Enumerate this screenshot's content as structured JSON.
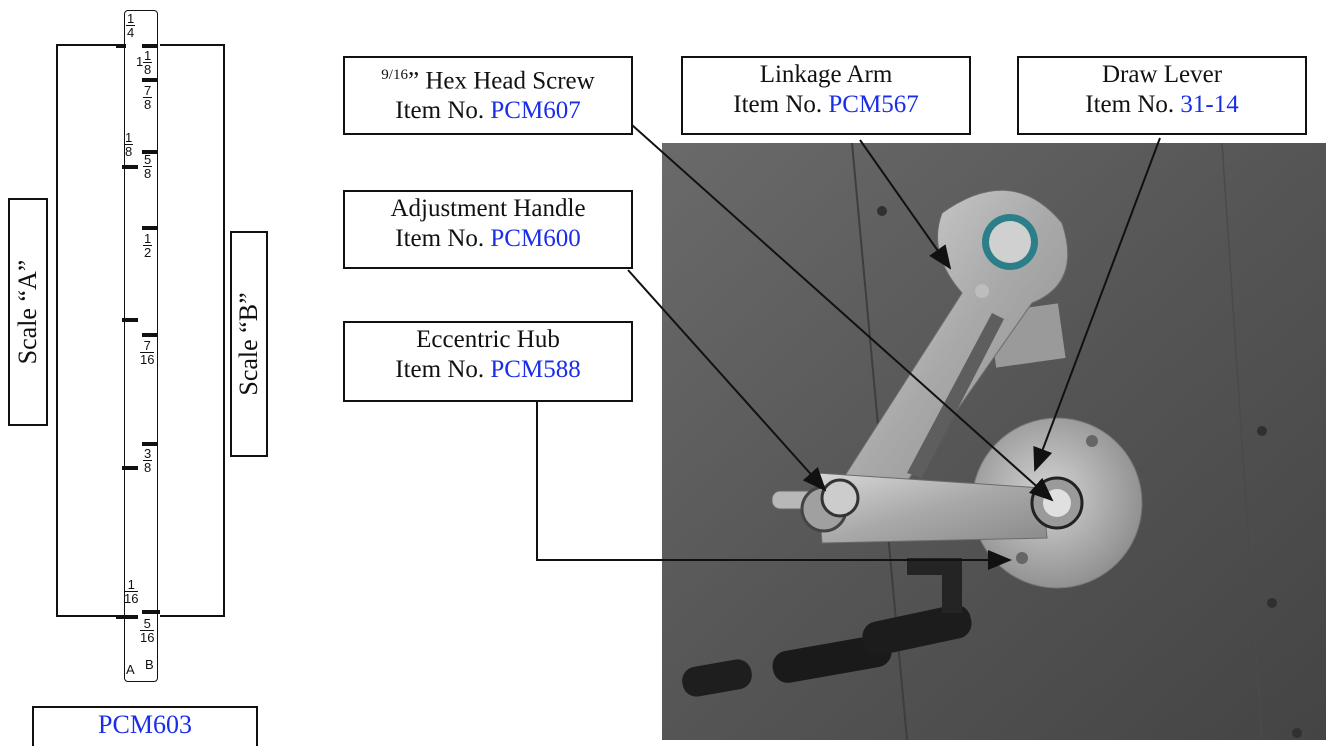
{
  "callouts": {
    "hex_screw": {
      "name_frac": "9/16",
      "name_rest": "” Hex Head Screw",
      "item_prefix": "Item No. ",
      "item_no": "PCM607"
    },
    "linkage_arm": {
      "name": "Linkage Arm",
      "item_prefix": "Item No. ",
      "item_no": "PCM567"
    },
    "draw_lever": {
      "name": "Draw Lever",
      "item_prefix": "Item No. ",
      "item_no": "31-14"
    },
    "adjustment_handle": {
      "name": "Adjustment Handle",
      "item_prefix": "Item No. ",
      "item_no": "PCM600"
    },
    "eccentric_hub": {
      "name": "Eccentric Hub",
      "item_prefix": "Item No. ",
      "item_no": "PCM588"
    }
  },
  "scales": {
    "a": "Scale “A”",
    "b": "Scale “B”"
  },
  "ruler": {
    "top": {
      "num": "1",
      "den": "4"
    },
    "b_marks": [
      {
        "num": "1",
        "den": "8",
        "prefix": "1"
      },
      {
        "num": "7",
        "den": "8"
      },
      {
        "num": "5",
        "den": "8"
      },
      {
        "num": "1",
        "den": "2"
      },
      {
        "num": "7",
        "den": "16"
      },
      {
        "num": "3",
        "den": "8"
      },
      {
        "num": "5",
        "den": "16"
      }
    ],
    "a_marks": [
      {
        "num": "1",
        "den": "8"
      },
      {
        "num": "1",
        "den": "16"
      }
    ],
    "side_a": "A",
    "side_b": "B"
  },
  "part_number": "PCM603",
  "colors": {
    "item_link": "#1a2ee8",
    "line": "#111111",
    "panel": "#5a5a5a"
  }
}
